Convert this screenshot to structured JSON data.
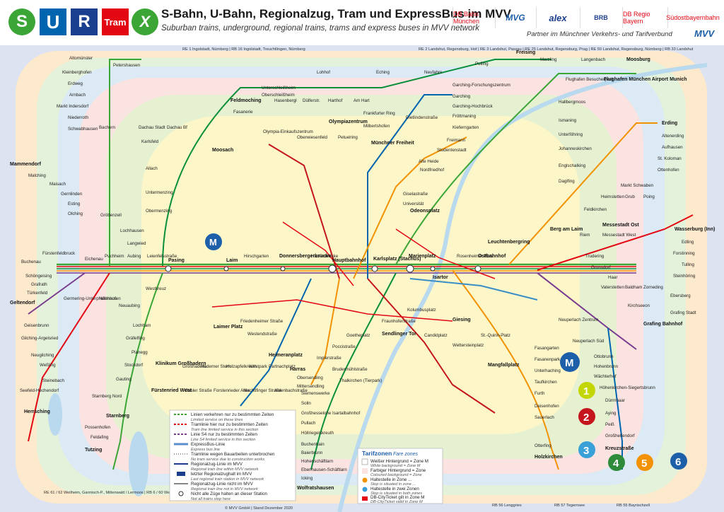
{
  "header": {
    "logo_s": "S",
    "logo_u": "U",
    "logo_r": "R",
    "logo_tram": "Tram",
    "logo_x": "X",
    "title": "S-Bahn, U-Bahn, Regionalzug, Tram und ExpressBus im MVV",
    "subtitle": "Suburban trains, underground, regional trains, trams and express buses in MVV network",
    "partners": [
      "DB Bahn München",
      "MVG",
      "alex",
      "BRB",
      "DB Regio Bayern",
      "Südostbayernbahn"
    ],
    "partner_text": "Partner im Münchner Verkehrs- und Tarifverbund",
    "mvv_logo": "MVV"
  },
  "colors": {
    "s_bahn": "#3ba535",
    "u_bahn": "#0065ae",
    "regional": "#e30613",
    "tram": "#e30613",
    "express": "#5b8fcc",
    "zone_m": "#fdf6c8",
    "zone1": "#e6f1d2",
    "zone2": "#fbe3e1",
    "zone3": "#dbeaf4",
    "zone4": "#e4f2dc",
    "zone5": "#fde9cc",
    "zone6": "#dde3f1"
  },
  "rail_top": [
    "RE 1 Ingolstadt, Nürnberg | RB 16 Ingolstadt, Treuchtlingen, Nürnberg",
    "RE 2 Landshut, Regensburg, Hof | RE 3 Landshut, Passau | RE 25 Landshut, Regensburg, Prag | RE 50 Landshut, Regensburg, Nürnberg | RB 33 Landshut"
  ],
  "rail_bottom": [
    "RB 56 Lenggries",
    "RB 57 Tegernsee",
    "RB 55 Bayrischzell"
  ],
  "rail_bottom_left": "RE 61 / 62 Weilheim, Garmisch-P., Mittenwald / Lermoos | RB 6 / 60 Weilheim, Garmisch-P., Innsbruck / Reutte i. Tirol | RB 65 Weilheim",
  "copyright": "© MVV GmbH | Stand Dezember 2020",
  "stations": {
    "north": [
      "Petershausen",
      "Altomünster",
      "Kleinberghofen",
      "Erdweg",
      "Arnbach",
      "Markt Indersdorf",
      "Niederroth",
      "Schwabhausen",
      "Bachern",
      "Dachau Stadt",
      "Dachau Bf",
      "Lohhof",
      "Eching",
      "Neufahrn",
      "Pulling",
      "Freising",
      "Marzling",
      "Langenbach",
      "Moosburg",
      "Feldmoching",
      "Hasenbergl",
      "Dülferstr.",
      "Harthof",
      "Am Hart",
      "Garching-Forschungszentrum",
      "Garching",
      "Garching-Hochbrück",
      "Fröttmaning",
      "Kieferngarten",
      "Freimann",
      "Unterschleißheim",
      "Oberschleißheim",
      "Fasanerie",
      "Karlsfeld",
      "Olympia-Einkaufszentrum",
      "Oberwiesenfeld",
      "Olympiazentrum",
      "Petuelring",
      "Frankfurter Ring",
      "Milbertshofen",
      "Studentenstadt",
      "Alte Heide",
      "Nordfriedhof",
      "Dietlindenstraße",
      "Münchner Freiheit",
      "Giselastraße",
      "Universität",
      "Odeonsplatz"
    ],
    "airport": [
      "Flughafen Besucherpark",
      "Flughafen München Airport Munich",
      "Hallbergmoos",
      "Ismaning",
      "Unterföhring",
      "Johanneskirchen",
      "Englschalking",
      "Daglfing"
    ],
    "west": [
      "Mammendorf",
      "Malching",
      "Maisach",
      "Gernlinden",
      "Esting",
      "Olching",
      "Gröbenzell",
      "Lochhausen",
      "Langwied",
      "Fürstenfeldbruck",
      "Buchenau",
      "Eichenau",
      "Puchheim",
      "Aubing",
      "Leienfelsstraße",
      "Pasing",
      "Laim",
      "Hirschgarten",
      "Donnersbergerbrücke",
      "Hackerbrücke",
      "Hauptbahnhof",
      "Karlsplatz (Stachus)",
      "Marienplatz",
      "Isartor",
      "Rosenheimer Platz",
      "Ostbahnhof",
      "Moosach",
      "Allach",
      "Untermenzing",
      "Obermenzing",
      "Westkreuz",
      "Neuaubing",
      "Harthaus",
      "Germering-Unterpfaffenhofen",
      "Geltendorf",
      "Türkenfeld",
      "Grafrath",
      "Schöngeising"
    ],
    "east": [
      "Leuchtenbergring",
      "Berg am Laim",
      "Riem",
      "Messestadt Ost",
      "Messestadt West",
      "Trudering",
      "Gronsdorf",
      "Haar",
      "Vaterstetten",
      "Baldham",
      "Zorneding",
      "Kirchseeon",
      "Grafing Bahnhof",
      "Grafing Stadt",
      "Ebersberg",
      "Markt Schwaben",
      "Poing",
      "Grub",
      "Heimstetten",
      "Feldkirchen",
      "Erding",
      "Altenerding",
      "Aufhausen",
      "St. Koloman",
      "Ottenhofen",
      "Wasserburg (Inn)",
      "Edling",
      "Forstinning",
      "Tulling",
      "Steinhöring",
      "Neuperlach Zentrum",
      "Neuperlach Süd",
      "Ottobrunn",
      "Hohenbrunn",
      "Wächterhof",
      "Höhenkirchen-Siegertsbrunn",
      "Dürrnhaar",
      "Aying",
      "Peiß",
      "Großhelfendorf",
      "Kreuzstraße"
    ],
    "south": [
      "Harras",
      "Siemenswerke",
      "Solln",
      "Großhesselohe Isartalbahnhof",
      "Pullach",
      "Höllriegelskreuth",
      "Buchenhain",
      "Baierbrunn",
      "Hohenschäftlarn",
      "Ebenhausen-Schäftlarn",
      "Icking",
      "Wolfratshausen",
      "Giesing",
      "Fasangarten",
      "Fasanenpark",
      "Unterhaching",
      "Taufkirchen",
      "Furth",
      "Deisenhofen",
      "Sauerlach",
      "Otterfing",
      "Holzkirchen",
      "Sendlinger Tor",
      "Goetheplatz",
      "Poccistraße",
      "Implerstraße",
      "Brudermühlstraße",
      "Thalkirchen (Tierpark)",
      "Obersendling",
      "Mittersendling",
      "Fraunhoferstraße",
      "Kolumbusplatz",
      "Candidplatz",
      "Wettersteinplatz",
      "St.-Quirin-Platz",
      "Mangfallplatz"
    ],
    "southwest": [
      "Heimeranplatz",
      "Westendstraße",
      "Laimer Platz",
      "Friedenheimer Straße",
      "Partnachplatz",
      "Westpark",
      "Holzapfelkreuth",
      "Haderner Stern",
      "Großhadern",
      "Klinikum Großhadern",
      "Fürstenried West",
      "Basler Straße",
      "Forstenrieder Allee",
      "Machtlfinger Straße",
      "Aidenbachstraße",
      "Gauting",
      "Stockdorf",
      "Planegg",
      "Gräfelfing",
      "Lochham",
      "Starnberg Nord",
      "Starnberg",
      "Possenhofen",
      "Feldafing",
      "Tutzing",
      "Herrsching",
      "Seefeld-Hechendorf",
      "Steinebach",
      "Weßling",
      "Neugilching",
      "Gilching-Argelsried",
      "Geisenbrunn"
    ]
  },
  "legend": {
    "items": [
      {
        "de": "Linien verkehren nur zu bestimmten Zeiten",
        "en": "Limited service on these lines"
      },
      {
        "de": "Tramlinie hier nur zu bestimmten Zeiten",
        "en": "Tram line limited service in this section"
      },
      {
        "de": "Linie S4 nur zu bestimmten Zeiten",
        "en": "Line S4 limited service in this section"
      },
      {
        "de": "ExpressBus-Linie",
        "en": "Express bus line"
      },
      {
        "de": "Tramlinie wegen Bauarbeiten unterbrochen",
        "en": "No tram service due to construction works"
      },
      {
        "de": "Regionalzug-Linie im MVV",
        "en": "Regional train line within MVV network"
      },
      {
        "de": "letzter Regionalzughalt im MVV",
        "en": "Last regional train station in MVV network"
      },
      {
        "de": "Regionalzug-Linie nicht im MVV",
        "en": "Regional train line not in MVV network"
      },
      {
        "de": "Nicht alle Züge halten an dieser Station",
        "en": "Not all trains stop here"
      }
    ]
  },
  "fare_zones": {
    "title": "Tarifzonen",
    "title_en": "Fare zones",
    "items": [
      {
        "de": "Weißer Hintergrund = Zone M",
        "en": "White background = Zone M"
      },
      {
        "de": "Farbiger Hintergrund = Zone",
        "en": "Coloured background = Zone"
      },
      {
        "de": "Haltestelle in Zone ...",
        "en": "Stop is situated in zone ..."
      },
      {
        "de": "Haltestelle in zwei Zonen",
        "en": "Stop is situated in both zones"
      },
      {
        "de": "DB-CityTicket gilt in Zone M",
        "en": "DB-CityTicket valid in Zone M"
      }
    ],
    "zone_numbers": [
      "1",
      "2",
      "3",
      "4",
      "5",
      "6"
    ]
  }
}
